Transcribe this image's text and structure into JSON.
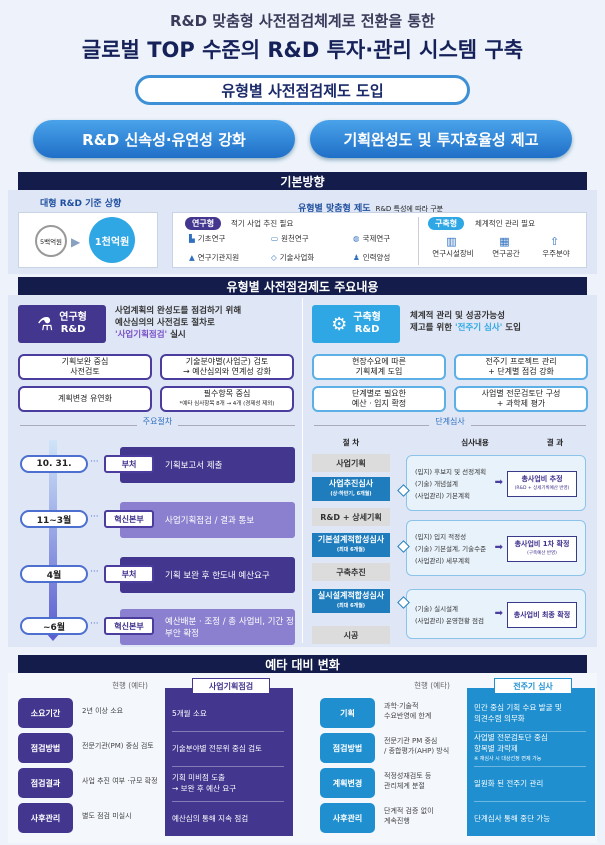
{
  "header": {
    "subtitle": "R&D 맞춤형 사전점검체계로 전환을 통한",
    "title": "글로벌 TOP 수준의 R&D 투자·관리 시스템 구축",
    "intro_pill": "유형별 사전점검제도 도입",
    "goals": [
      "R&D 신속성·유연성 강화",
      "기획완성도 및 투자효율성 제고"
    ]
  },
  "basic": {
    "title": "기본방향",
    "threshold": {
      "label": "대형 R&D 기준 상향",
      "from": "5백억원",
      "to": "1천억원"
    },
    "types": {
      "label": "유형별 맞춤형 제도",
      "note": "R&D 특성에 따라 구분",
      "research": {
        "tag": "연구형",
        "desc": "적기 사업 추진 필요",
        "items": [
          "기초연구",
          "원천연구",
          "국제연구",
          "연구기관지원",
          "기술사업화",
          "인력양성"
        ]
      },
      "build": {
        "tag": "구축형",
        "desc": "체계적인 관리 필요",
        "items": [
          "연구시설장비",
          "연구공간",
          "우주분야"
        ]
      }
    }
  },
  "content": {
    "title": "유형별 사전점검제도 주요내용",
    "research": {
      "badge1": "연구형",
      "badge2": "R&D",
      "desc1": "사업계획의 완성도를 점검하기 위해",
      "desc2": "예산심의의 사전검토 절차로",
      "desc_hl": "'사업기획점검'",
      "desc3": " 실시",
      "cards": [
        [
          "기획보완 중심",
          "사전검토"
        ],
        [
          "기술분야별(사업군) 검토",
          "→ 예산심의와 연계성 강화"
        ],
        [
          "계획변경 유연화",
          ""
        ],
        [
          "필수항목 중심",
          "*예타 심사항목 8개 → 4개 (경제성 제외)"
        ]
      ],
      "proc_title": "주요절차",
      "steps": [
        {
          "date": "10. 31.",
          "who": "부처",
          "text": "기획보고서 제출"
        },
        {
          "date": "11~3월",
          "who": "혁신본부",
          "text": "사업기획점검 / 결과 통보"
        },
        {
          "date": "4월",
          "who": "부처",
          "text": "기획 보완 후 한도내 예산요구"
        },
        {
          "date": "~6월",
          "who": "혁신본부",
          "text": "예산배분 · 조정 / 총 사업비, 기간 정부안 확정"
        }
      ]
    },
    "build": {
      "badge1": "구축형",
      "badge2": "R&D",
      "desc1": "체계적 관리 및 성공가능성",
      "desc2": "제고를 위한 ",
      "desc_hl": "'전주기 심사'",
      "desc3": " 도입",
      "cards": [
        [
          "현장수요에 따른",
          "기획체계 도입"
        ],
        [
          "전주기 프로젝트 관리",
          "+ 단계별 점검 강화"
        ],
        [
          "단계별로 필요한",
          "예산 · 입지 확정"
        ],
        [
          "사업별 전문검토단 구성",
          "+ 과학제 평가"
        ]
      ],
      "proc_title": "단계심사",
      "cols": [
        "절 차",
        "심사내용",
        "결 과"
      ],
      "flow": [
        "사업기획",
        "사업추진심사",
        "(상·하반기, 6개월)",
        "R&D + 상세기획",
        "기본설계적합성심사",
        "(최대 6개월)",
        "구축추진",
        "실시설계적합성심사",
        "(최대 6개월)",
        "시공"
      ],
      "reviews": [
        {
          "items": [
            "(입지) 후보지 및 선정계획",
            "(기술) 개념설계",
            "(사업관리) 기본계획"
          ],
          "result": "총사업비 추정",
          "note": "(R&D + 상세기획예산 반영)"
        },
        {
          "items": [
            "(입지) 입지 적정성",
            "(기술) 기본설계, 기술수준",
            "(사업관리) 세부계획"
          ],
          "result": "총사업비 1차 확정",
          "note": "(구축예산 반영)"
        },
        {
          "items": [
            "(기술) 실시설계",
            "(사업관리) 운영현황 점검"
          ],
          "result": "총사업비 최종 확정",
          "note": ""
        }
      ]
    }
  },
  "compare": {
    "title": "예타 대비 변화",
    "left": {
      "current_label": "현행 (예타)",
      "new_label": "사업기획점검",
      "rows": [
        {
          "label": "소요기간",
          "cur": "2년 이상 소요",
          "new": "5개월 소요"
        },
        {
          "label": "점검방법",
          "cur": "전문기관(PM) 중심 검토",
          "new": "기술분야별 전문위 중심 검토"
        },
        {
          "label": "점검결과",
          "cur": "사업 추진 여부 ·규모 확정",
          "new": "기획 미비점 도출\n→ 보완 후 예산 요구"
        },
        {
          "label": "사후관리",
          "cur": "별도 점검 미실시",
          "new": "예산심의 통해 지속 점검"
        }
      ]
    },
    "right": {
      "current_label": "현행 (예타)",
      "new_label": "전주기 심사",
      "rows": [
        {
          "label": "기획",
          "cur": "과학·기술적\n수요반영에 한계",
          "new": "민간 중심 기획 수요 발굴 및\n의견수렴 의무화"
        },
        {
          "label": "점검방법",
          "cur": "전문기관 PM 중심\n/ 종합평가(AHP) 방식",
          "new": "사업별 전문검토단 중심\n항목별 과락제",
          "note": "※ 재심사 시 대상선정 면제 가능"
        },
        {
          "label": "계획변경",
          "cur": "적정성재검토 등\n관리체계 분절",
          "new": "일원화 된 전주기 관리"
        },
        {
          "label": "사후관리",
          "cur": "단계적 검증 없이\n계속진행",
          "new": "단계심사 통해 중단 가능"
        }
      ]
    }
  },
  "colors": {
    "navy": "#131c4a",
    "purple": "#43368f",
    "light_purple": "#8b80cf",
    "blue": "#1f7dbd",
    "sky": "#3aa6e0"
  }
}
